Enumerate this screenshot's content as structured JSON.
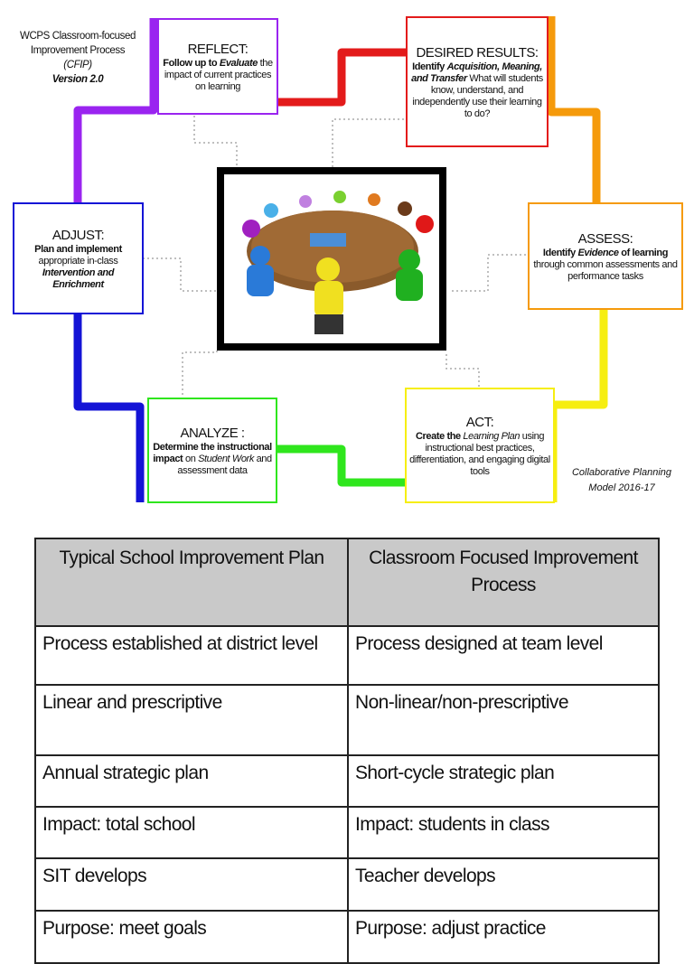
{
  "title": {
    "line1": "WCPS Classroom-focused",
    "line2": "Improvement Process",
    "line3": "(CFIP)",
    "line4": "Version 2.0"
  },
  "note": {
    "line1": "Collaborative Planning",
    "line2": "Model 2016-17"
  },
  "colors": {
    "reflect": "#9a24f0",
    "desired": "#e31b1b",
    "assess": "#f59a0b",
    "act": "#f6ee10",
    "analyze": "#2fe61d",
    "adjust": "#1414d6"
  },
  "reflect": {
    "title": "REFLECT:",
    "a": "Follow up to ",
    "b": "Evaluate",
    "c": " the impact of current practices on learning"
  },
  "desired": {
    "title": "DESIRED RESULTS:",
    "a": "Identify ",
    "b": "Acquisition,  Meaning, and Transfer",
    "c": " What will students know, understand, and independently use  their learning to do?"
  },
  "adjust": {
    "title": "ADJUST:",
    "a": "Plan and implement",
    "b": " appropriate in-class ",
    "c": "Intervention and Enrichment"
  },
  "assess": {
    "title": "ASSESS:",
    "a": "Identify ",
    "b": "Evidence",
    "c": " of learning",
    "d": " through common assessments and performance tasks"
  },
  "analyze": {
    "title": "ANALYZE :",
    "a": "Determine the instructional impact",
    "b": " on ",
    "c": "Student Work",
    "d": " and assessment data"
  },
  "act": {
    "title": "ACT:",
    "a": "Create the ",
    "b": "Learning Plan",
    "c": " using instructional best practices, differentiation, and engaging digital tools"
  },
  "table": {
    "headers": [
      "Typical School Improvement Plan",
      "Classroom Focused Improvement Process"
    ],
    "rows": [
      [
        "Process established at district level",
        "Process designed at team level"
      ],
      [
        "Linear and prescriptive",
        "Non-linear/non-prescriptive"
      ],
      [
        "Annual strategic plan",
        "Short-cycle strategic plan"
      ],
      [
        "Impact:  total school",
        "Impact:  students in class"
      ],
      [
        "SIT develops",
        "Teacher develops"
      ],
      [
        "Purpose: meet goals",
        "Purpose:  adjust  practice"
      ]
    ]
  }
}
